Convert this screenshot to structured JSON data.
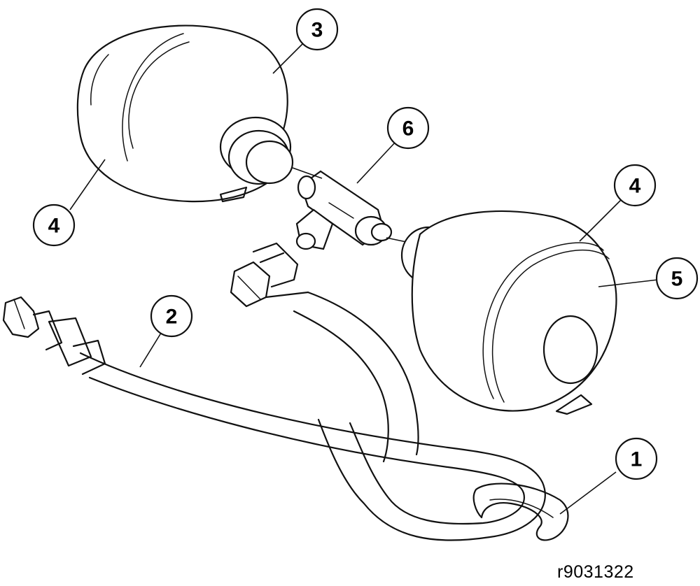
{
  "callouts": {
    "c1": "1",
    "c2": "2",
    "c3": "3",
    "c4a": "4",
    "c4b": "4",
    "c5": "5",
    "c6": "6"
  },
  "reference_code": "r9031322",
  "colors": {
    "line": "#111111",
    "background": "#ffffff"
  }
}
